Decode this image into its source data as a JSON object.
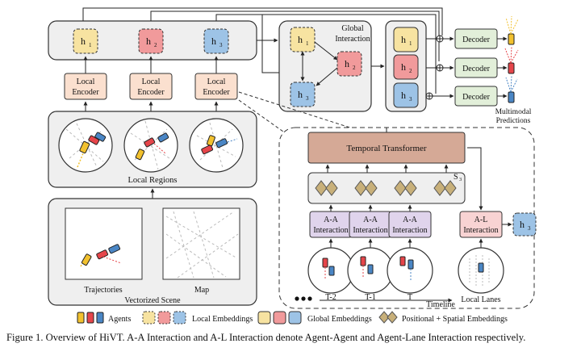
{
  "labels": {
    "h1": "h",
    "h2": "h",
    "h3": "h",
    "sub1": "1",
    "sub2": "2",
    "sub3": "3",
    "local_encoder_line1": "Local",
    "local_encoder_line2": "Encoder",
    "local_regions": "Local Regions",
    "trajectories": "Trajectories",
    "map": "Map",
    "vectorized_scene": "Vectorized Scene",
    "global_interaction_line1": "Global",
    "global_interaction_line2": "Interaction",
    "decoder": "Decoder",
    "multimodal_line1": "Multimodal",
    "multimodal_line2": "Predictions",
    "temporal_transformer": "Temporal Transformer",
    "s3": "S",
    "aa_line1": "A-A",
    "aa_line2": "Interaction",
    "al_line1": "A-L",
    "al_line2": "Interaction",
    "t_minus_2": "T-2",
    "t_minus_1": "T-1",
    "t": "T",
    "timeline": "Timeline",
    "local_lanes": "Local Lanes"
  },
  "legend": {
    "agents": "Agents",
    "local_embeddings": "Local Embeddings",
    "global_embeddings": "Global Embeddings",
    "positional_spatial": "Positional + Spatial Embeddings"
  },
  "caption": "Figure 1. Overview of HiVT. A-A Interaction and A-L Interaction denote Agent-Agent and Agent-Lane Interaction respectively.",
  "colors": {
    "yellow": "#f7e3a1",
    "red": "#f19a9b",
    "blue": "#9dc3e6",
    "encoder": "#fbe0cf",
    "transformer": "#d5a996",
    "aa": "#e0d4ec",
    "al": "#f8d3d3",
    "panel": "#efefef",
    "decoder": "#e2efd9",
    "agent_yellow": "#f2c12e",
    "agent_red": "#e6454a",
    "agent_blue": "#4a86c5"
  }
}
